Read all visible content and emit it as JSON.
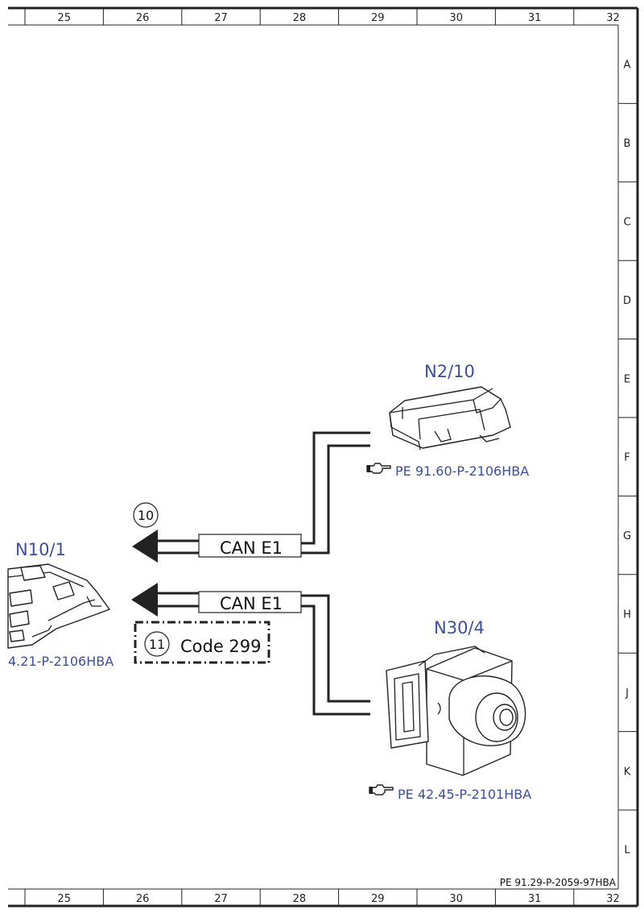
{
  "grid": {
    "columns": [
      "25",
      "26",
      "27",
      "28",
      "29",
      "30",
      "31",
      "32"
    ],
    "rows": [
      "A",
      "B",
      "C",
      "D",
      "E",
      "F",
      "G",
      "H",
      "J",
      "K",
      "L"
    ]
  },
  "components": {
    "n2_10": {
      "label": "N2/10",
      "reference": "PE 91.60-P-2106HBA"
    },
    "n30_4": {
      "label": "N30/4",
      "reference": "PE 42.45-P-2101HBA"
    },
    "n10_1": {
      "label": "N10/1",
      "reference": "4.21-P-2106HBA"
    }
  },
  "connections": [
    {
      "label": "CAN E1",
      "marker": "10"
    },
    {
      "label": "CAN E1",
      "marker": "11",
      "code": "Code 299"
    }
  ],
  "document_id": "PE 91.29-P-2059-97HBA",
  "colors": {
    "component_text": "#3d4f9a",
    "line": "#222222",
    "background": "#ffffff"
  },
  "icons": [
    "pointing-hand-icon",
    "arrow-left-icon"
  ]
}
